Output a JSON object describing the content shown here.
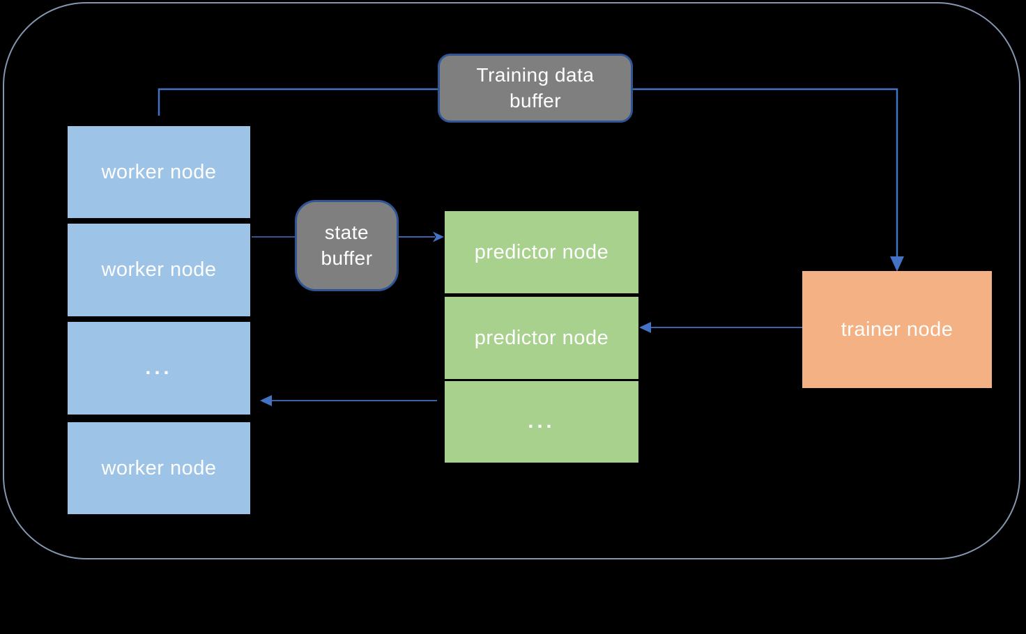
{
  "nodes": {
    "training_buffer": {
      "label": "Training data buffer"
    },
    "state_buffer": {
      "label": "state buffer"
    },
    "workers": [
      {
        "label": "worker node"
      },
      {
        "label": "worker node"
      },
      {
        "label": "..."
      },
      {
        "label": "worker node"
      }
    ],
    "predictors": [
      {
        "label": "predictor node"
      },
      {
        "label": "predictor node"
      },
      {
        "label": "..."
      }
    ],
    "trainer": {
      "label": "trainer node"
    }
  },
  "colors": {
    "background": "#000000",
    "outer_border": "#8496B0",
    "worker_fill": "#9DC3E6",
    "predictor_fill": "#A9D18E",
    "trainer_fill": "#F4B183",
    "buffer_fill": "#7F7F7F",
    "buffer_border": "#2F5597",
    "connector": "#4472C4",
    "text": "#FFFFFF"
  },
  "connections": [
    {
      "from": "training-data-buffer",
      "to": "worker-nodes-column",
      "arrowhead": false
    },
    {
      "from": "training-data-buffer",
      "to": "trainer-node",
      "arrowhead": true
    },
    {
      "from": "worker-nodes-column",
      "to": "state-buffer",
      "arrowhead": false
    },
    {
      "from": "state-buffer",
      "to": "predictor-node-1",
      "arrowhead": true
    },
    {
      "from": "trainer-node",
      "to": "predictor-node-2",
      "arrowhead": true
    },
    {
      "from": "predictor-nodes-column",
      "to": "worker-nodes-column",
      "arrowhead": true
    }
  ]
}
